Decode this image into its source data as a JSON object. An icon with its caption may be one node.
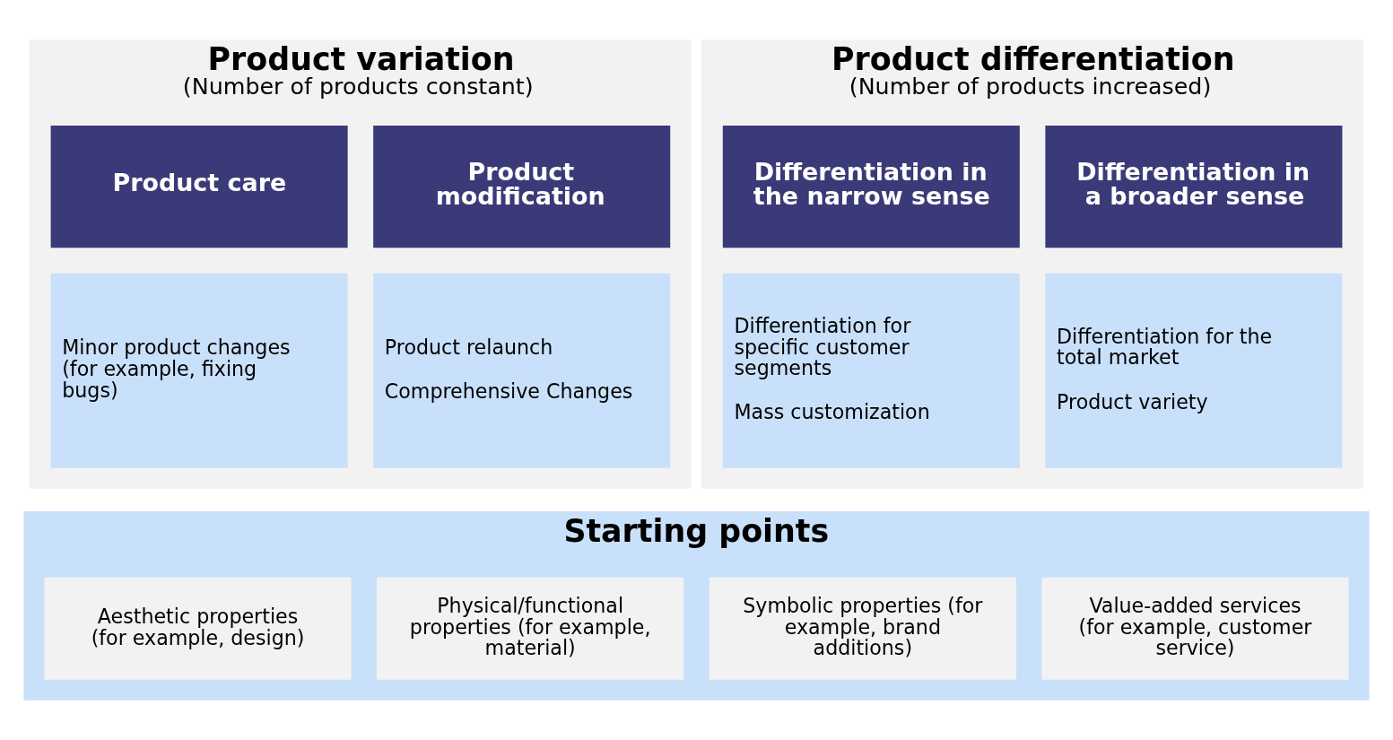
{
  "diagram": {
    "nodes": [
      {
        "text": [
          "Product variation",
          "(Number of products constant)"
        ]
      },
      {
        "text": [
          "Product care"
        ],
        "in": 0
      },
      {
        "text": [
          "Minor product changes (for example, fixing bugs)"
        ],
        "in": 0
      },
      {
        "text": [
          "Product modification"
        ],
        "in": 0
      },
      {
        "text": [
          "Product relaunch",
          "Comprehensive Changes"
        ],
        "in": 0
      },
      {
        "text": [
          "Product differentiation",
          "(Number of products increased)"
        ]
      },
      {
        "text": [
          "Differentiation in the narrow sense"
        ],
        "in": 5
      },
      {
        "text": [
          "Differentiation for specific customer segments",
          "Mass customization"
        ],
        "in": 5
      },
      {
        "text": [
          "Differentiation in a broader sense"
        ],
        "in": 5
      },
      {
        "text": [
          "Differentiation for the total market",
          "Product variety"
        ],
        "in": 5
      },
      {
        "text": [
          "Starting points"
        ]
      },
      {
        "text": [
          "Aesthetic properties (for example, design)"
        ],
        "in": 10
      },
      {
        "text": [
          "Physical/functional properties (for example, material)"
        ],
        "in": 10
      },
      {
        "text": [
          "Symbolic properties (for example, brand additions)"
        ],
        "in": 10
      },
      {
        "text": [
          "Value-added services (for example, customer service)"
        ],
        "in": 10
      }
    ],
    "edges": []
  }
}
